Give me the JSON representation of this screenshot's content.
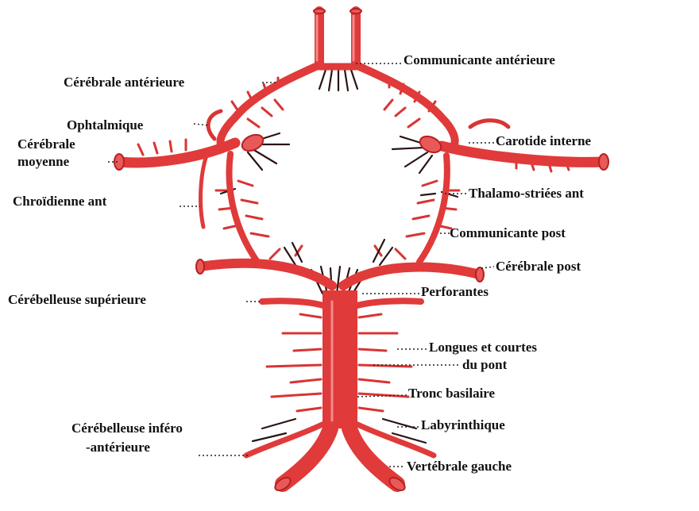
{
  "labels": {
    "communicante_anterieure": "Communicante antérieure",
    "cerebrale_anterieure": "Cérébrale antérieure",
    "ophtalmique": "Ophtalmique",
    "cerebrale_moyenne_1": "Cérébrale",
    "cerebrale_moyenne_2": "moyenne",
    "carotide_interne": "Carotide interne",
    "chroidienne_ant": "Chroïdienne ant",
    "thalamo_striees_ant": "Thalamo-striées ant",
    "communicante_post": "Communicante post",
    "cerebrale_post": "Cérébrale post",
    "perforantes": "Perforantes",
    "cerebelleuse_superieure": "Cérébelleuse supérieure",
    "longues_courtes_1": "Longues et courtes",
    "longues_courtes_2": "du pont",
    "tronc_basilaire": "Tronc basilaire",
    "labyrinthique": "Labyrinthique",
    "cerebelleuse_infero_1": "Cérébelleuse inféro",
    "cerebelleuse_infero_2": "-antérieure",
    "vertebrale_gauche": "Vertébrale gauche"
  },
  "colors": {
    "artery": "#e03a3a",
    "artery_dark": "#b82020",
    "artery_highlight": "#f58a8a",
    "branch": "#d93434",
    "perforator": "#2b1414",
    "leader": "#222222",
    "text": "#111111"
  }
}
